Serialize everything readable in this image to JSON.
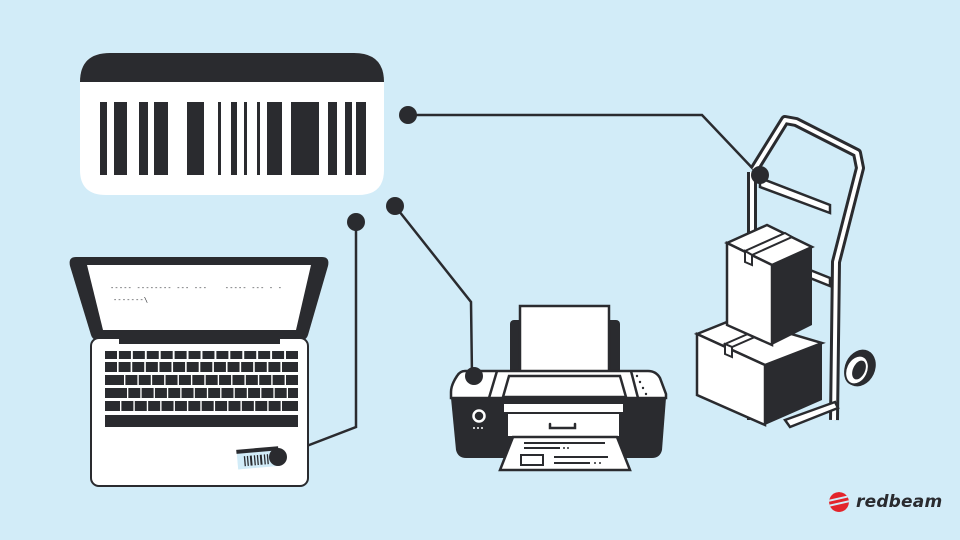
{
  "colors": {
    "background": "#d2ecf8",
    "ink": "#2a2b2f",
    "paper": "#ffffff",
    "brand_red": "#e3242b"
  },
  "barcode_card": {
    "label": "barcode",
    "bars": [
      [
        100,
        7
      ],
      [
        114,
        13
      ],
      [
        139,
        9
      ],
      [
        154,
        14
      ],
      [
        187,
        17
      ],
      [
        218,
        3
      ],
      [
        231,
        6
      ],
      [
        244,
        3
      ],
      [
        257,
        3
      ],
      [
        267,
        15
      ],
      [
        291,
        28
      ],
      [
        328,
        9
      ],
      [
        345,
        7
      ],
      [
        356,
        10
      ]
    ]
  },
  "laptop": {
    "screen_lines": [
      "----- -------- --- ---    ----- --- - -",
      "-------\\"
    ]
  },
  "connectors": [
    {
      "from": "barcode",
      "to": "hand-truck"
    },
    {
      "from": "barcode",
      "to": "printer"
    },
    {
      "from": "barcode",
      "to": "laptop-label"
    }
  ],
  "brand": {
    "name": "redbeam",
    "icon": "redbeam-logo-icon"
  }
}
